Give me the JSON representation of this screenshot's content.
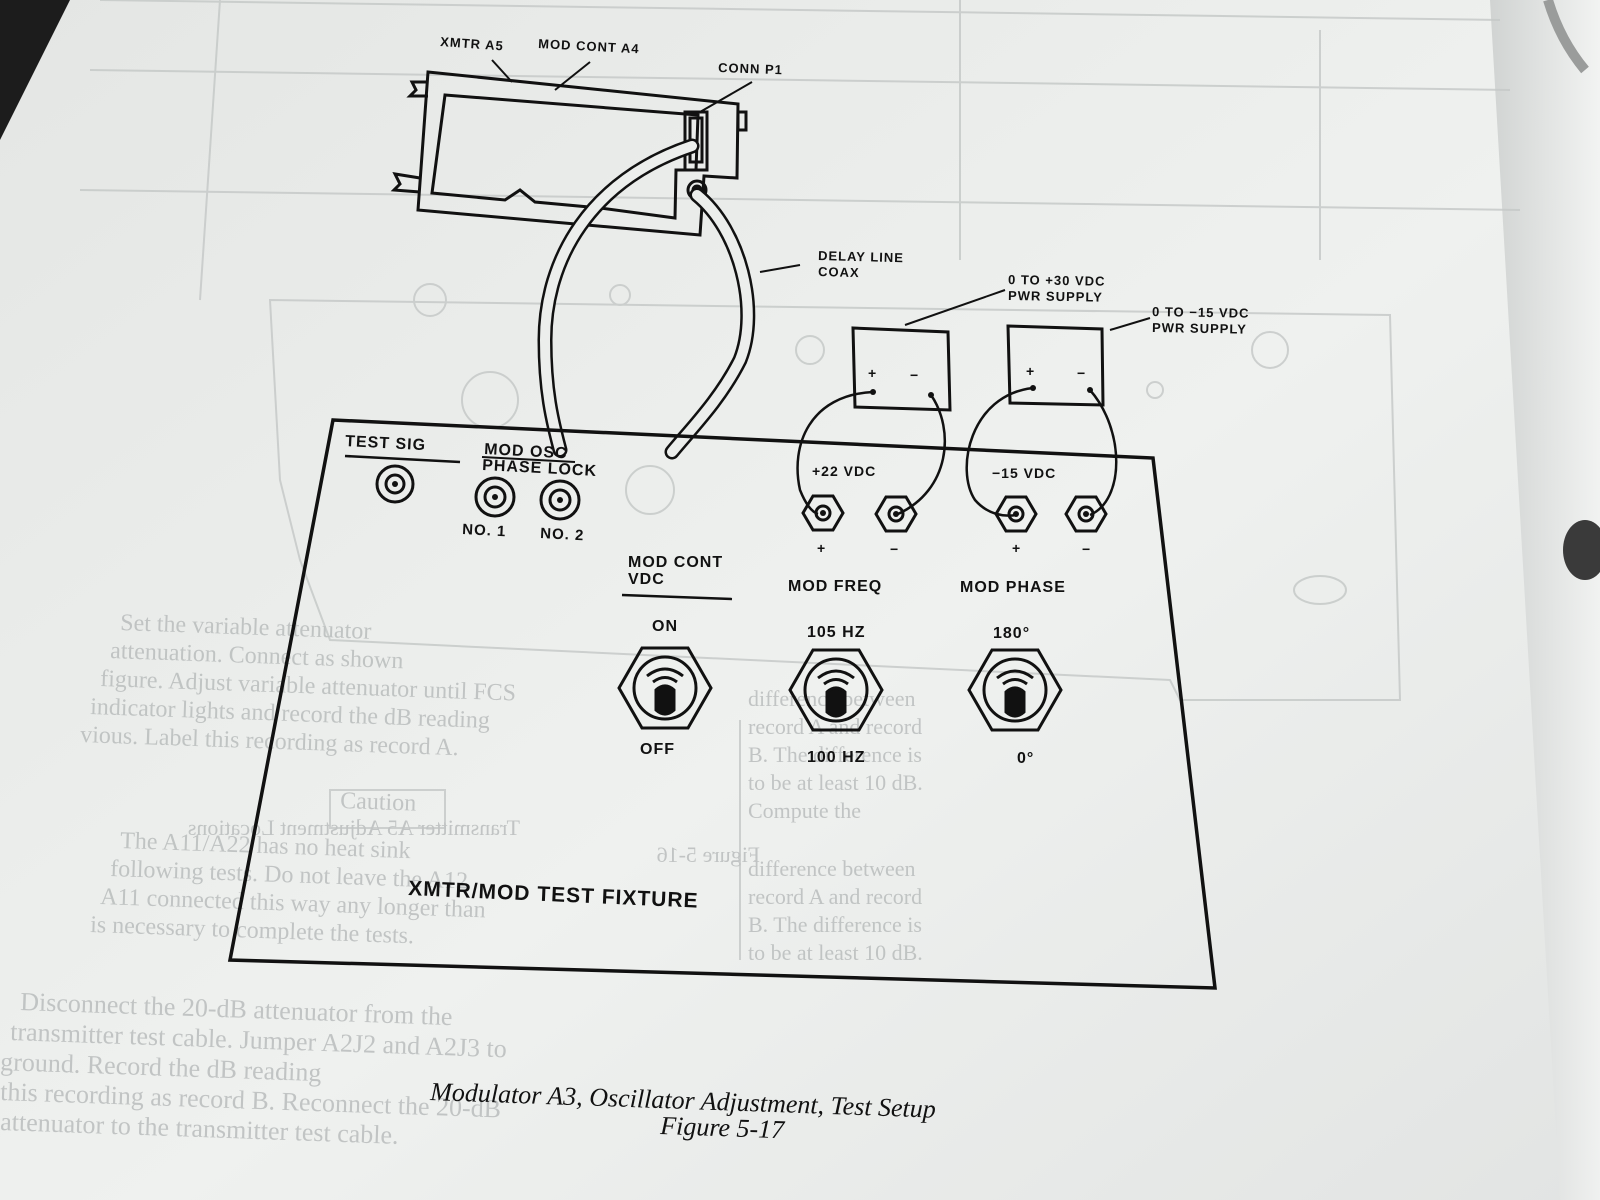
{
  "figure": {
    "caption_title": "Modulator A3, Oscillator Adjustment, Test Setup",
    "caption_number": "Figure 5-17"
  },
  "module": {
    "xmtr_label": "XMTR A5",
    "mod_cont_label": "MOD CONT A4",
    "conn_label": "CONN P1"
  },
  "cables": {
    "delay_line_line1": "DELAY LINE",
    "delay_line_line2": "COAX"
  },
  "supplies": {
    "pos_line1": "0 TO +30 VDC",
    "pos_line2": "PWR SUPPLY",
    "neg_line1": "0 TO −15 VDC",
    "neg_line2": "PWR SUPPLY",
    "plus": "+",
    "minus": "−"
  },
  "fixture": {
    "name": "XMTR/MOD TEST FIXTURE",
    "test_sig": "TEST SIG",
    "mod_osc_line1": "MOD OSC",
    "mod_osc_line2": "PHASE LOCK",
    "no1": "NO. 1",
    "no2": "NO. 2",
    "vdc22": "+22 VDC",
    "vdc15": "−15 VDC",
    "plus": "+",
    "minus": "−"
  },
  "switches": {
    "mod_cont_line1": "MOD CONT",
    "mod_cont_line2": "VDC",
    "mod_cont_on": "ON",
    "mod_cont_off": "OFF",
    "mod_freq_title": "MOD FREQ",
    "mod_freq_top": "105 HZ",
    "mod_freq_bottom": "100 HZ",
    "mod_phase_title": "MOD PHASE",
    "mod_phase_top": "180°",
    "mod_phase_bottom": "0°"
  },
  "show_through": {
    "lines": [
      "Set the variable attenuator",
      "attenuation. Connect as shown",
      "figure. Adjust variable attenuator until FCS",
      "indicator lights and record the dB reading",
      "vious. Label this recording as record A.",
      "Caution",
      "The A11/A22 has no heat sink",
      "following tests. Do not leave the A12",
      "A11 connected this way any longer than",
      "is necessary to complete the tests.",
      "Disconnect the 20-dB attenuator from the",
      "transmitter test cable. Jumper A2J2 and A2J3 to",
      "ground. Record the dB reading",
      "this recording as record B. Reconnect the 20-dB",
      "attenuator to the transmitter test cable."
    ],
    "right_lines": [
      "difference between",
      "record A and record",
      "B. The difference is",
      "to be at least 10 dB.",
      "Compute the",
      "difference between",
      "record A and record",
      "B. The difference is",
      "to be at least 10 dB."
    ],
    "mirrored": "Transmitter A5 Adjustment Locations",
    "mirrored2": "Figure 5-16"
  }
}
